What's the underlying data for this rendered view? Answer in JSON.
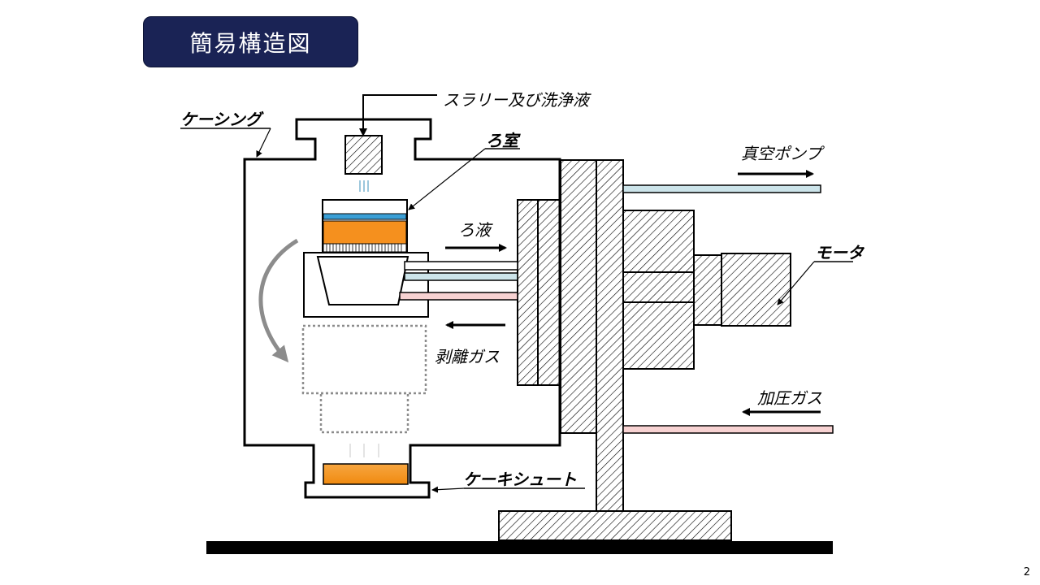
{
  "title": "簡易構造図",
  "labels": {
    "slurry": "スラリー及び洗浄液",
    "casing": "ケーシング",
    "filter_chamber": "ろ室",
    "filtrate": "ろ液",
    "vacuum_pump": "真空ポンプ",
    "motor": "モータ",
    "release_gas": "剥離ガス",
    "pressurized_gas": "加圧ガス",
    "cake_chute": "ケーキシュート"
  },
  "page_number": "2",
  "colors": {
    "title_bg": "#1a2355",
    "cake_orange": "#f5901e",
    "filter_blue": "#3a9fd6",
    "pipe_blue": "#cce4ea",
    "pipe_pink": "#f7d2d2",
    "rotation_arrow": "#8c8c8c"
  }
}
